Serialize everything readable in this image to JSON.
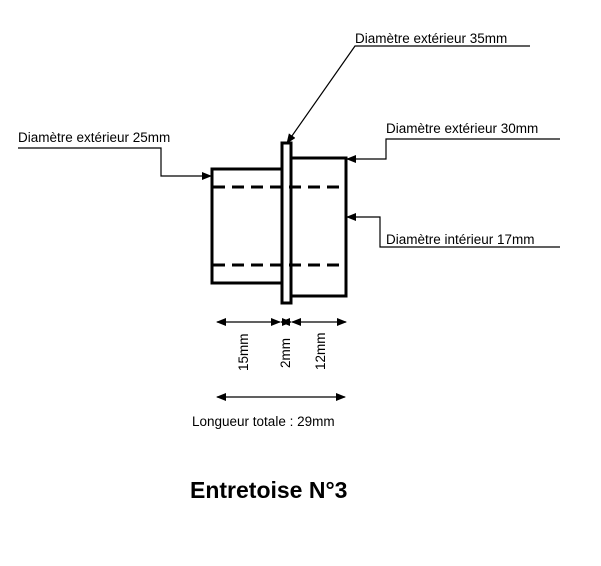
{
  "diagram": {
    "title": "Entretoise N°3",
    "labels": {
      "outer_35": "Diamètre extérieur 35mm",
      "outer_25": "Diamètre extérieur 25mm",
      "outer_30": "Diamètre extérieur 30mm",
      "inner_17": "Diamètre intérieur 17mm"
    },
    "dimensions": {
      "part_a": "15mm",
      "flange": "2mm",
      "part_b": "12mm",
      "total": "Longueur totale : 29mm"
    },
    "colors": {
      "line": "#000000",
      "background": "#ffffff"
    }
  }
}
